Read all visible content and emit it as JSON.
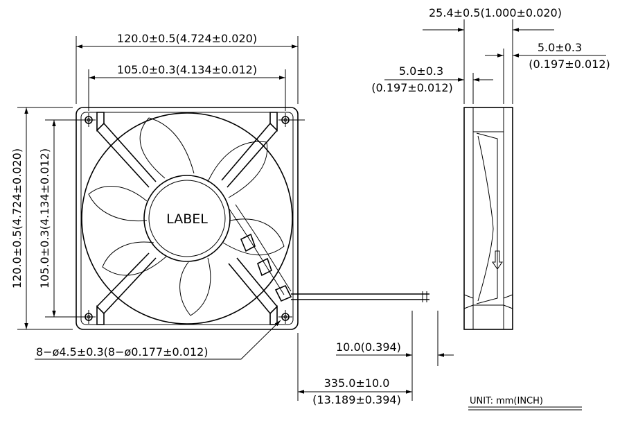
{
  "front_view": {
    "overall_width": "120.0±0.5(4.724±0.020)",
    "hole_pitch_width": "105.0±0.3(4.134±0.012)",
    "overall_height": "120.0±0.5(4.724±0.020)",
    "hole_pitch_height": "105.0±0.3(4.134±0.012)",
    "hub_label": "LABEL",
    "mounting_holes": "8−ø4.5±0.3(8−ø0.177±0.012)"
  },
  "side_view": {
    "depth": "25.4±0.5(1.000±0.020)",
    "flange_right_mm": "5.0±0.3",
    "flange_right_inch": "(0.197±0.012)",
    "flange_left_mm": "5.0±0.3",
    "flange_left_inch": "(0.197±0.012)"
  },
  "lead_wire": {
    "strip_length": "10.0(0.394)",
    "length_mm": "335.0±10.0",
    "length_inch": "(13.189±0.394)"
  },
  "unit_note": "UNIT:  mm(INCH)"
}
